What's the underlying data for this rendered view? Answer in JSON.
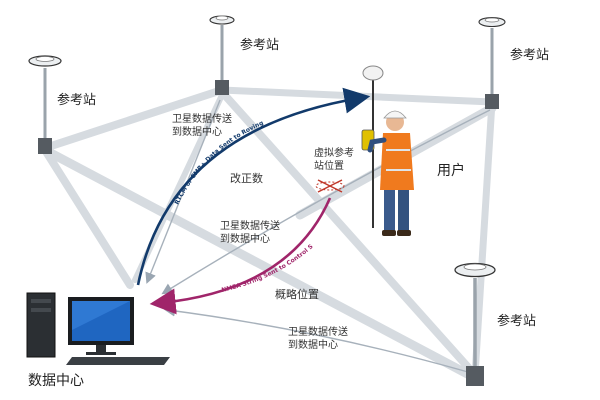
{
  "labels": {
    "ref_station_top_left": "参考站",
    "ref_station_top_center": "参考站",
    "ref_station_top_right": "参考站",
    "ref_station_bottom_right": "参考站",
    "user": "用户",
    "data_center": "数据中心",
    "virtual_ref_line1": "虚拟参考",
    "virtual_ref_line2": "站位置",
    "correction": "改正数",
    "approx_position": "概略位置",
    "satellite_data_top_line1": "卫星数据传送",
    "satellite_data_top_line2": "到数据中心",
    "satellite_data_mid_line1": "卫星数据传送",
    "satellite_data_mid_line2": "到数据中心",
    "satellite_data_bottom_line1": "卫星数据传送",
    "satellite_data_bottom_line2": "到数据中心",
    "rtcm_arrow_text": "RTCM or CMR+ Data Sent to Roving User",
    "nmea_arrow_text": "NMEA String Sent to Control Server"
  },
  "colors": {
    "network_beam": "#d4d9de",
    "rtcm_arrow": "#123a6b",
    "nmea_arrow": "#a0256a",
    "data_arrow": "#9aa6b2",
    "vest": "#f07a1e",
    "virtual_marker": "#c0392b"
  }
}
